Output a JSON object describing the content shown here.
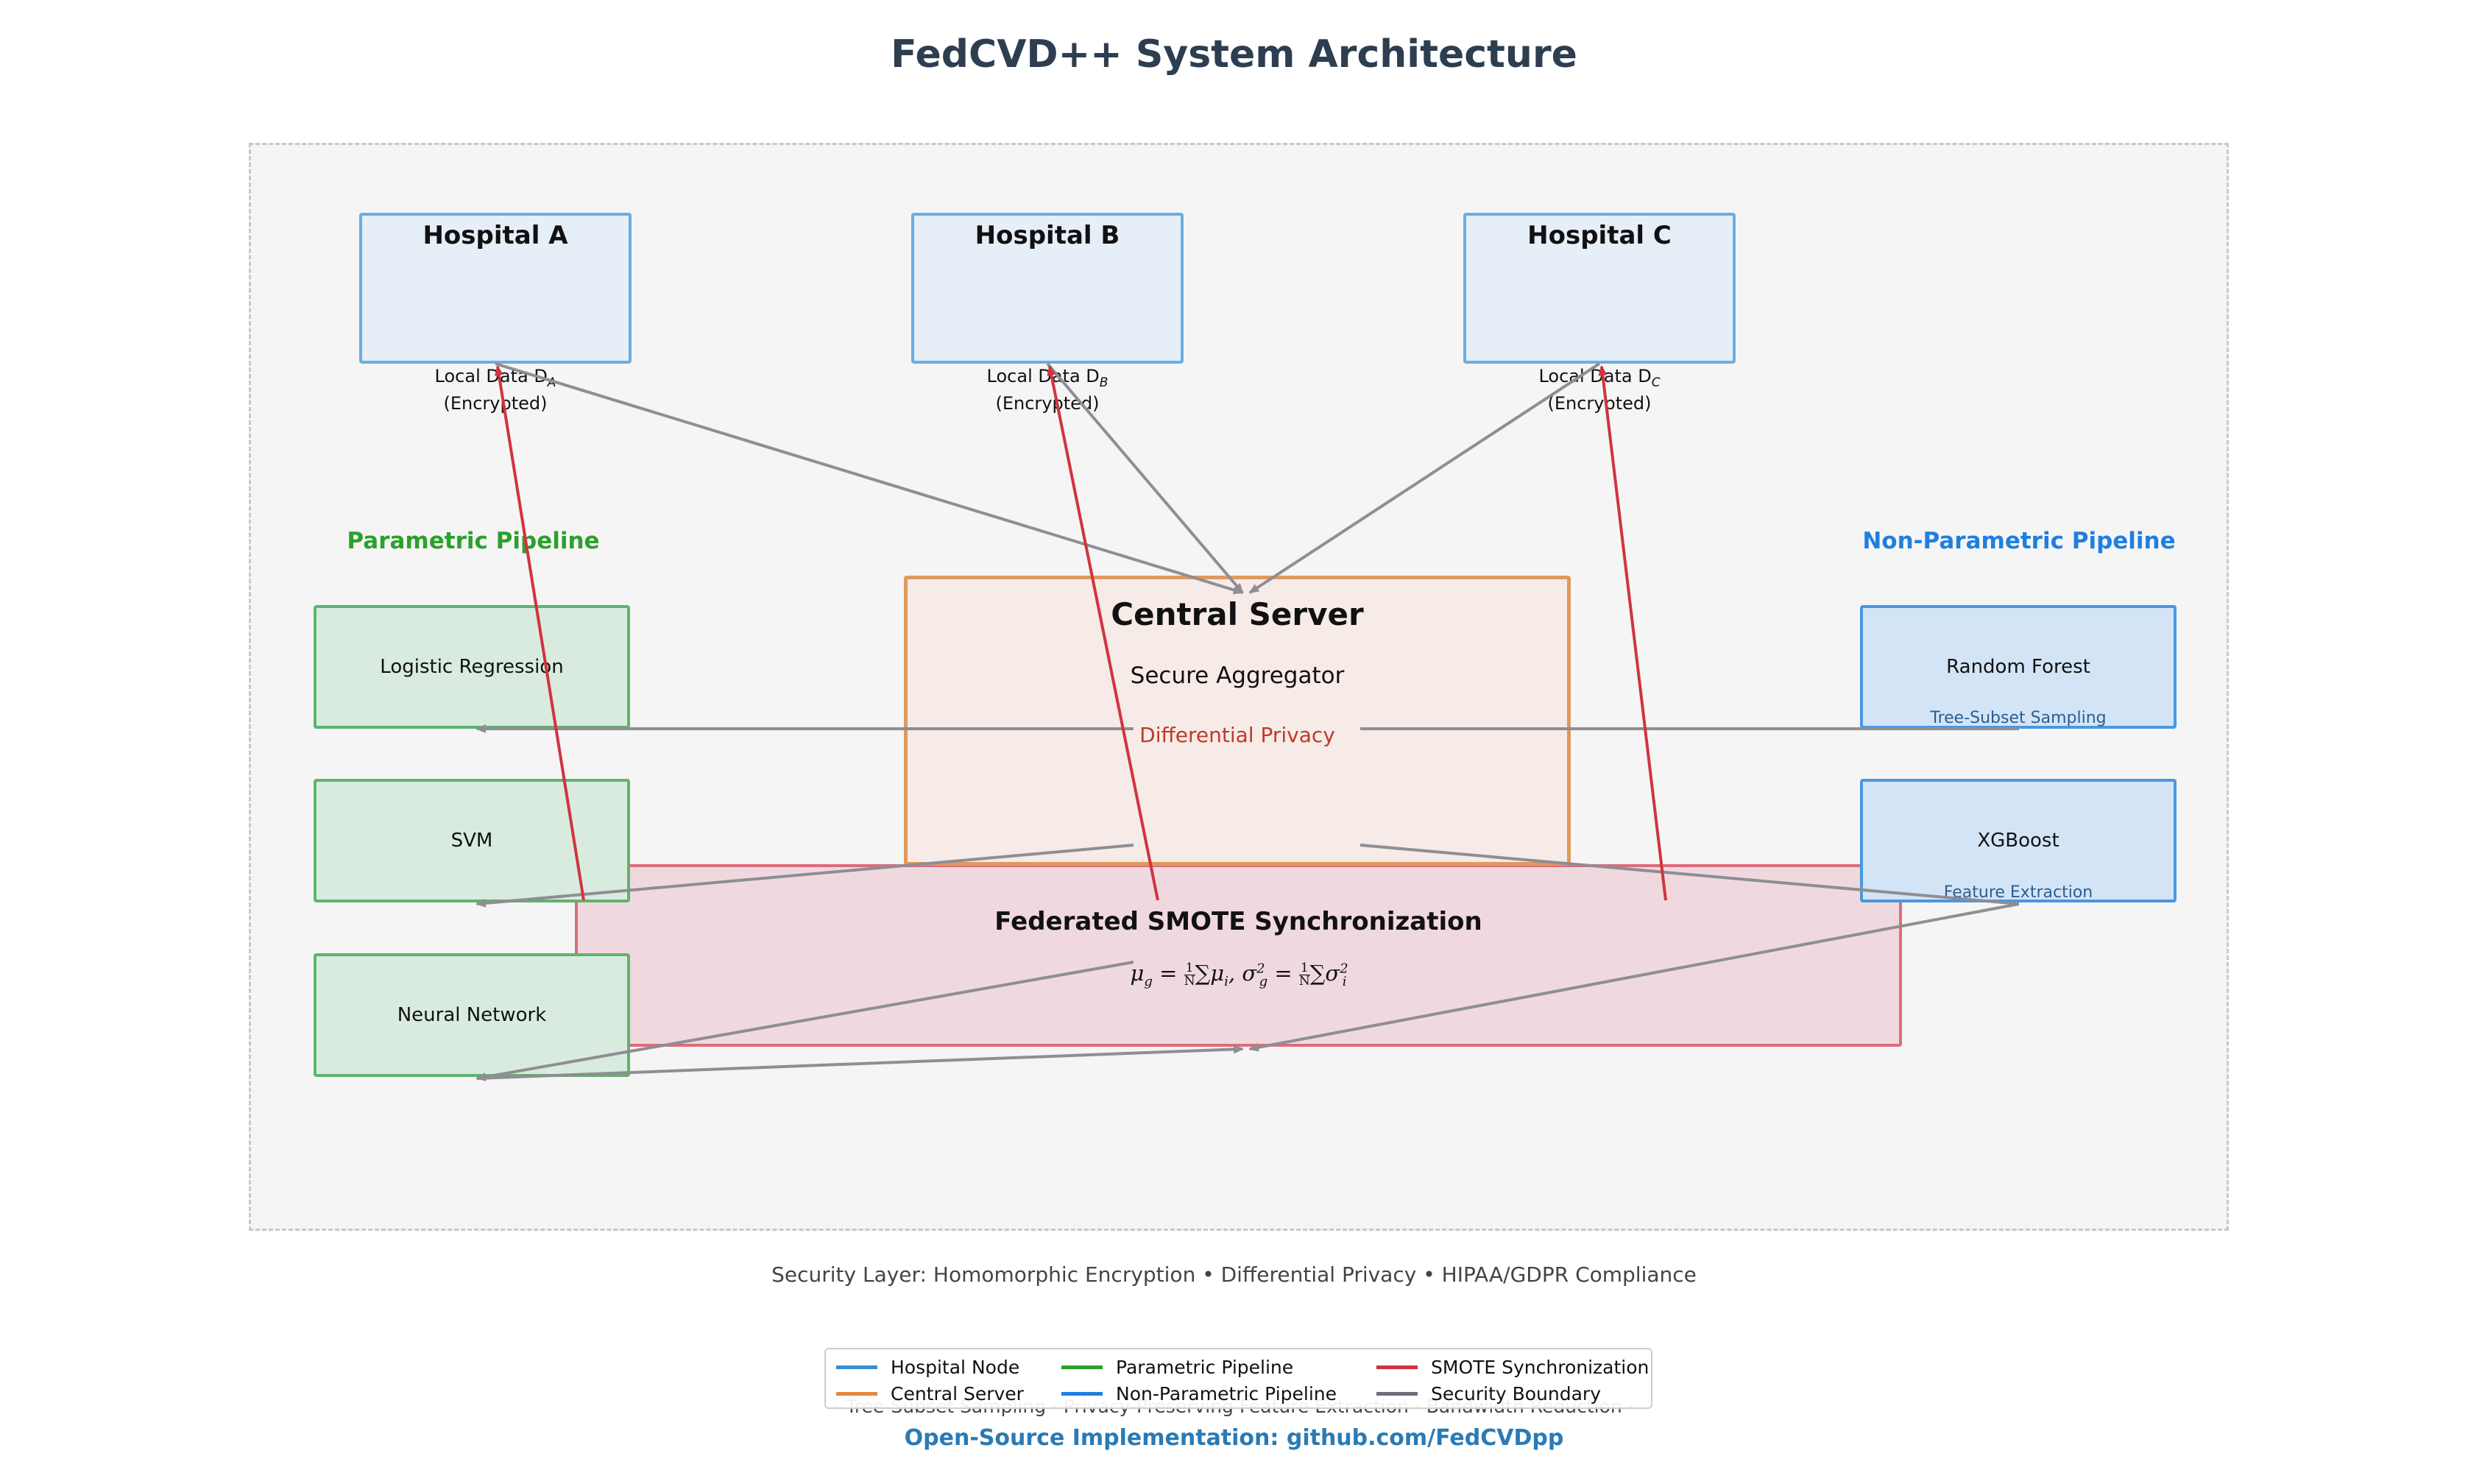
{
  "title": "FedCVD++ System Architecture",
  "hospitals": [
    {
      "name": "Hospital A",
      "data_label": "Local Data D",
      "data_sub": "A",
      "encrypted": "(Encrypted)"
    },
    {
      "name": "Hospital B",
      "data_label": "Local Data D",
      "data_sub": "B",
      "encrypted": "(Encrypted)"
    },
    {
      "name": "Hospital C",
      "data_label": "Local Data D",
      "data_sub": "C",
      "encrypted": "(Encrypted)"
    }
  ],
  "parametric": {
    "title": "Parametric Pipeline",
    "models": [
      "Logistic Regression",
      "SVM",
      "Neural Network"
    ]
  },
  "nonparametric": {
    "title": "Non-Parametric Pipeline",
    "models": [
      {
        "name": "Random Forest",
        "sub": "Tree-Subset Sampling"
      },
      {
        "name": "XGBoost",
        "sub": "Feature Extraction"
      }
    ]
  },
  "server": {
    "title": "Central Server",
    "subtitle": "Secure Aggregator",
    "privacy": "Differential Privacy"
  },
  "smote": {
    "title": "Federated SMOTE Synchronization"
  },
  "security_note": "Security Layer: Homomorphic Encryption • Differential Privacy • HIPAA/GDPR Compliance",
  "footer_partial": "· Tree-Subset Sampling · Privacy-Preserving Feature Extraction · Bandwidth Reduction ·",
  "footer_link": "Open-Source Implementation: github.com/FedCVDpp",
  "legend": [
    {
      "label": "Hospital Node",
      "color": "#3a8fd0"
    },
    {
      "label": "Central Server",
      "color": "#e08a3c"
    },
    {
      "label": "Parametric Pipeline",
      "color": "#2ca02c"
    },
    {
      "label": "Non-Parametric Pipeline",
      "color": "#1f7fe0"
    },
    {
      "label": "SMOTE Synchronization",
      "color": "#d0343f"
    },
    {
      "label": "Security Boundary",
      "color": "#6c6f7a"
    }
  ],
  "colors": {
    "title": "#2c3e50",
    "parametric_title": "#2ca02c",
    "nonparametric_title": "#1f7fe0",
    "privacy_text": "#c0392b",
    "flow_arrow": "#8e8e93",
    "smote_arrow": "#d0343f",
    "link": "#2a7ab5"
  }
}
